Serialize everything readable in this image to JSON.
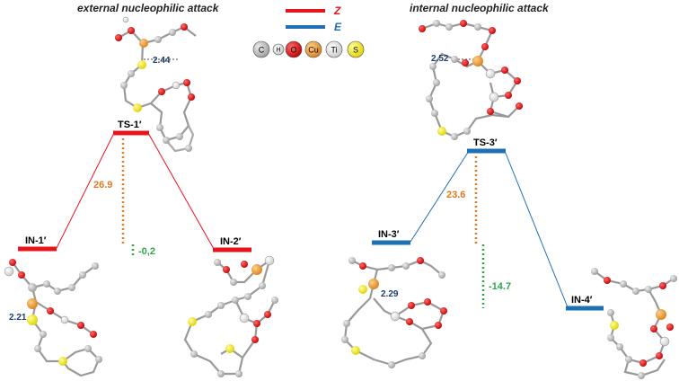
{
  "titles": {
    "left": "external nucleophilic attack",
    "right": "internal nucleophilic attack"
  },
  "legend": {
    "z_label": "Z",
    "e_label": "E",
    "z_color": "#e8141b",
    "e_color": "#1f6fb4",
    "atoms": [
      {
        "symbol": "C",
        "color": "#c0c0c0"
      },
      {
        "symbol": "H",
        "color": "#ffffff"
      },
      {
        "symbol": "O",
        "color": "#e8141b"
      },
      {
        "symbol": "Cu",
        "color": "#f2a23a"
      },
      {
        "symbol": "Ti",
        "color": "#ffffff"
      },
      {
        "symbol": "S",
        "color": "#ffff33"
      }
    ]
  },
  "states": {
    "ts1": "TS-1′",
    "in1": "IN-1′",
    "in2": "IN-2′",
    "ts3": "TS-3′",
    "in3": "IN-3′",
    "in4": "IN-4′"
  },
  "energies": {
    "barrier_left": "26.9",
    "reaction_left": "-0,2",
    "barrier_right": "23.6",
    "reaction_right": "-14.7"
  },
  "distances": {
    "ts1": "2.44",
    "in1": "2.21",
    "ts3": "2.52",
    "in3": "2.29"
  },
  "colors": {
    "barrier": "#e07a22",
    "reaction": "#2fa64a",
    "distance_text": "#1f3e6b"
  }
}
